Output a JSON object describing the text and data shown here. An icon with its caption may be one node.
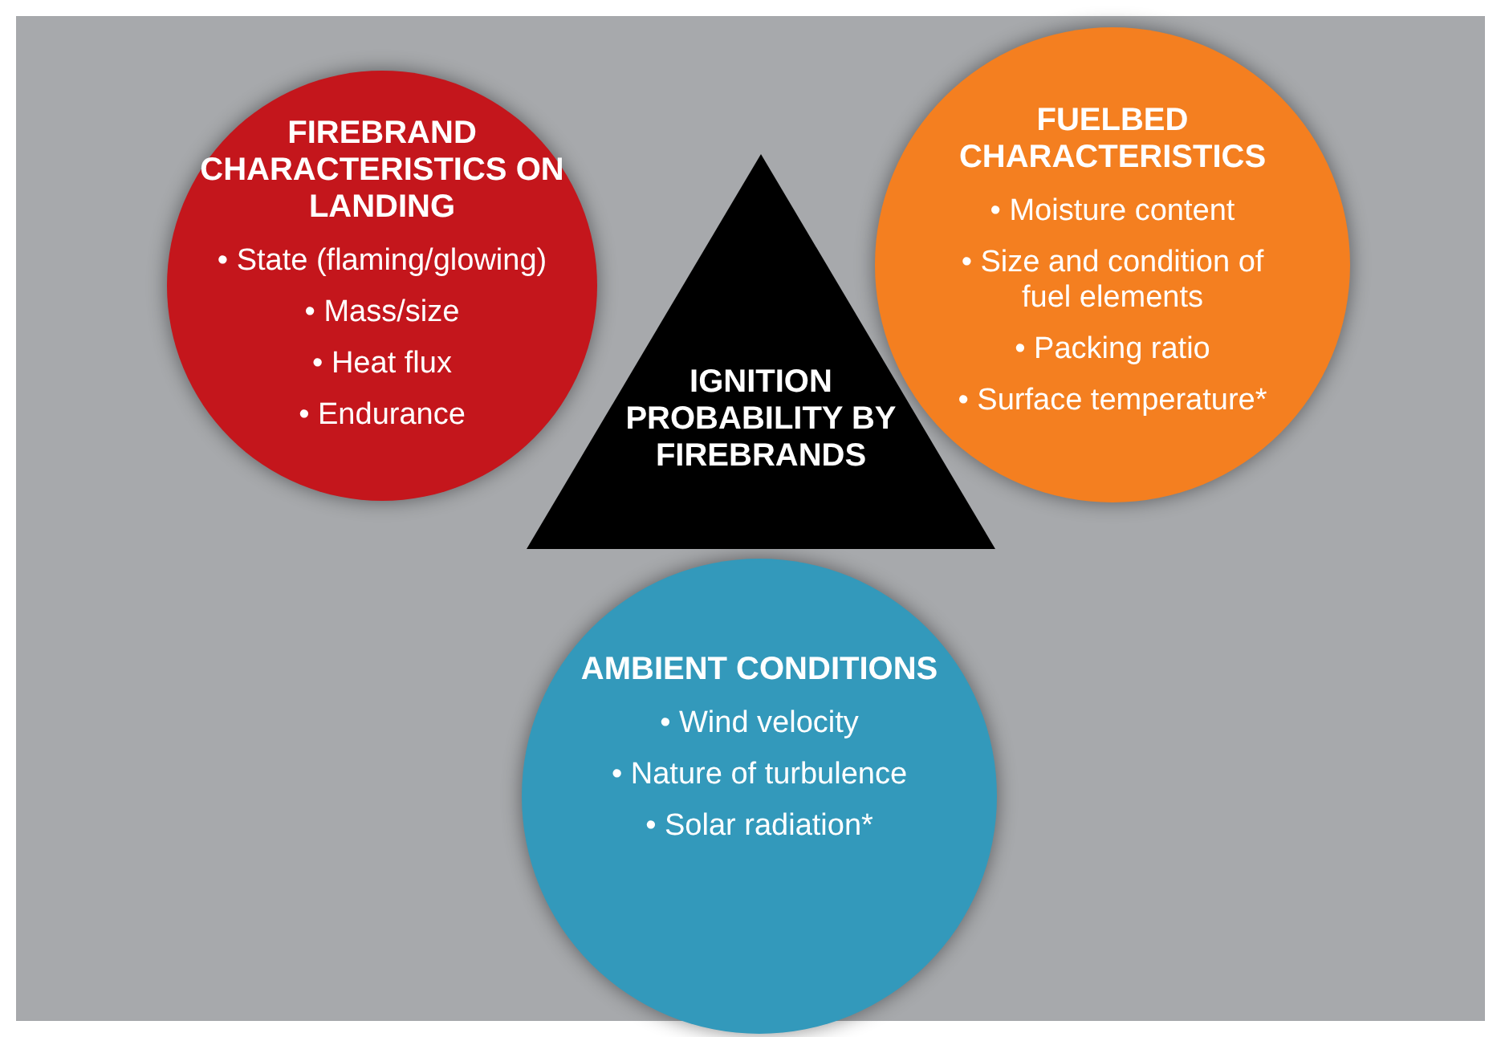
{
  "diagram": {
    "nodes": [
      {
        "text": [
          "FIREBRAND CHARACTERISTICS ON LANDING",
          "• State (flaming/glowing)",
          "• Mass/size",
          "• Heat flux",
          "• Endurance"
        ]
      },
      {
        "text": [
          "IGNITION PROBABILITY BY FIREBRANDS"
        ]
      },
      {
        "text": [
          "FUELBED CHARACTERISTICS",
          "• Moisture content",
          "• Size and condition of fuel elements",
          "• Packing ratio",
          "• Surface temperature*"
        ]
      },
      {
        "text": [
          "AMBIENT CONDITIONS",
          "• Wind velocity",
          "• Nature of turbulence",
          "• Solar radiation*"
        ]
      }
    ],
    "edges": []
  }
}
